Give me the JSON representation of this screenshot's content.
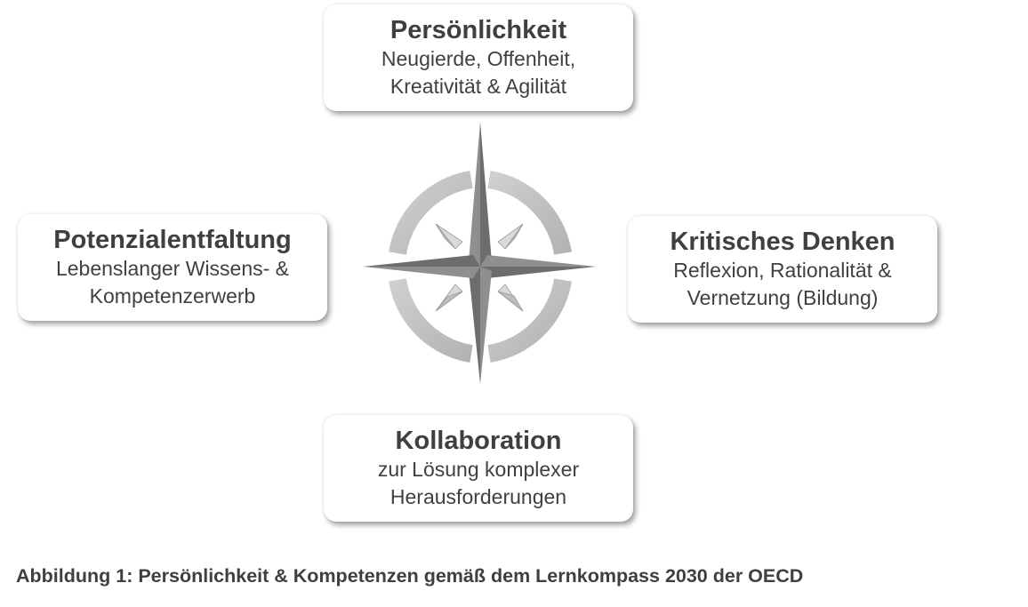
{
  "cards": {
    "top": {
      "title": "Persönlichkeit",
      "lines": [
        "Neugierde, Offenheit,",
        "Kreativität & Agilität"
      ]
    },
    "left": {
      "title": "Potenzialentfaltung",
      "lines": [
        "Lebenslanger Wissens- &",
        "Kompetenzerwerb"
      ]
    },
    "right": {
      "title": "Kritisches Denken",
      "lines": [
        "Reflexion, Rationalität &",
        "Vernetzung (Bildung)"
      ]
    },
    "bottom": {
      "title": "Kollaboration",
      "lines": [
        "zur Lösung komplexer",
        "Herausforderungen"
      ]
    }
  },
  "caption": "Abbildung 1: Persönlichkeit & Kompetenzen gemäß dem Lernkompass 2030 der OECD",
  "icons": {
    "center": "compass-rose-icon"
  },
  "colors": {
    "ring": "#c2c2c2",
    "needle_light": "#8f8f8f",
    "needle_dark": "#6d6d6d",
    "text": "#3f3f3f"
  }
}
